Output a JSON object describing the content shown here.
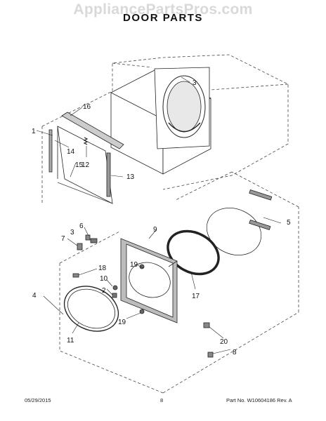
{
  "watermark": "AppliancePartsPros.com",
  "title": "DOOR PARTS",
  "footer": {
    "date": "05/29/2015",
    "page": "8",
    "part": "Part No. W10604186  Rev. A"
  },
  "callouts": {
    "c1": "1",
    "c2": "2",
    "c3a": "3",
    "c3b": "3",
    "c4": "4",
    "c5": "5",
    "c6": "6",
    "c7": "7",
    "c8": "8",
    "c9": "9",
    "c10": "10",
    "c11": "11",
    "c12": "12",
    "c13": "13",
    "c14": "14",
    "c15": "15",
    "c16": "16",
    "c17": "17",
    "c18": "18",
    "c19a": "19",
    "c19b": "19",
    "c20": "20"
  }
}
